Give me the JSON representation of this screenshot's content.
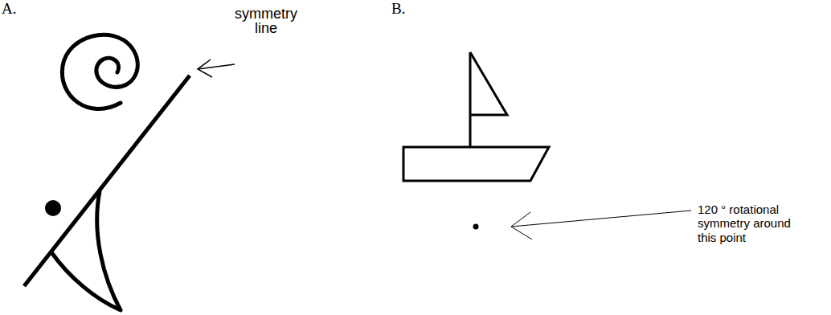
{
  "diagram": {
    "labels": [
      "A.",
      "B.",
      "symmetry line",
      "120 ° rotational symmetry around this point"
    ]
  }
}
